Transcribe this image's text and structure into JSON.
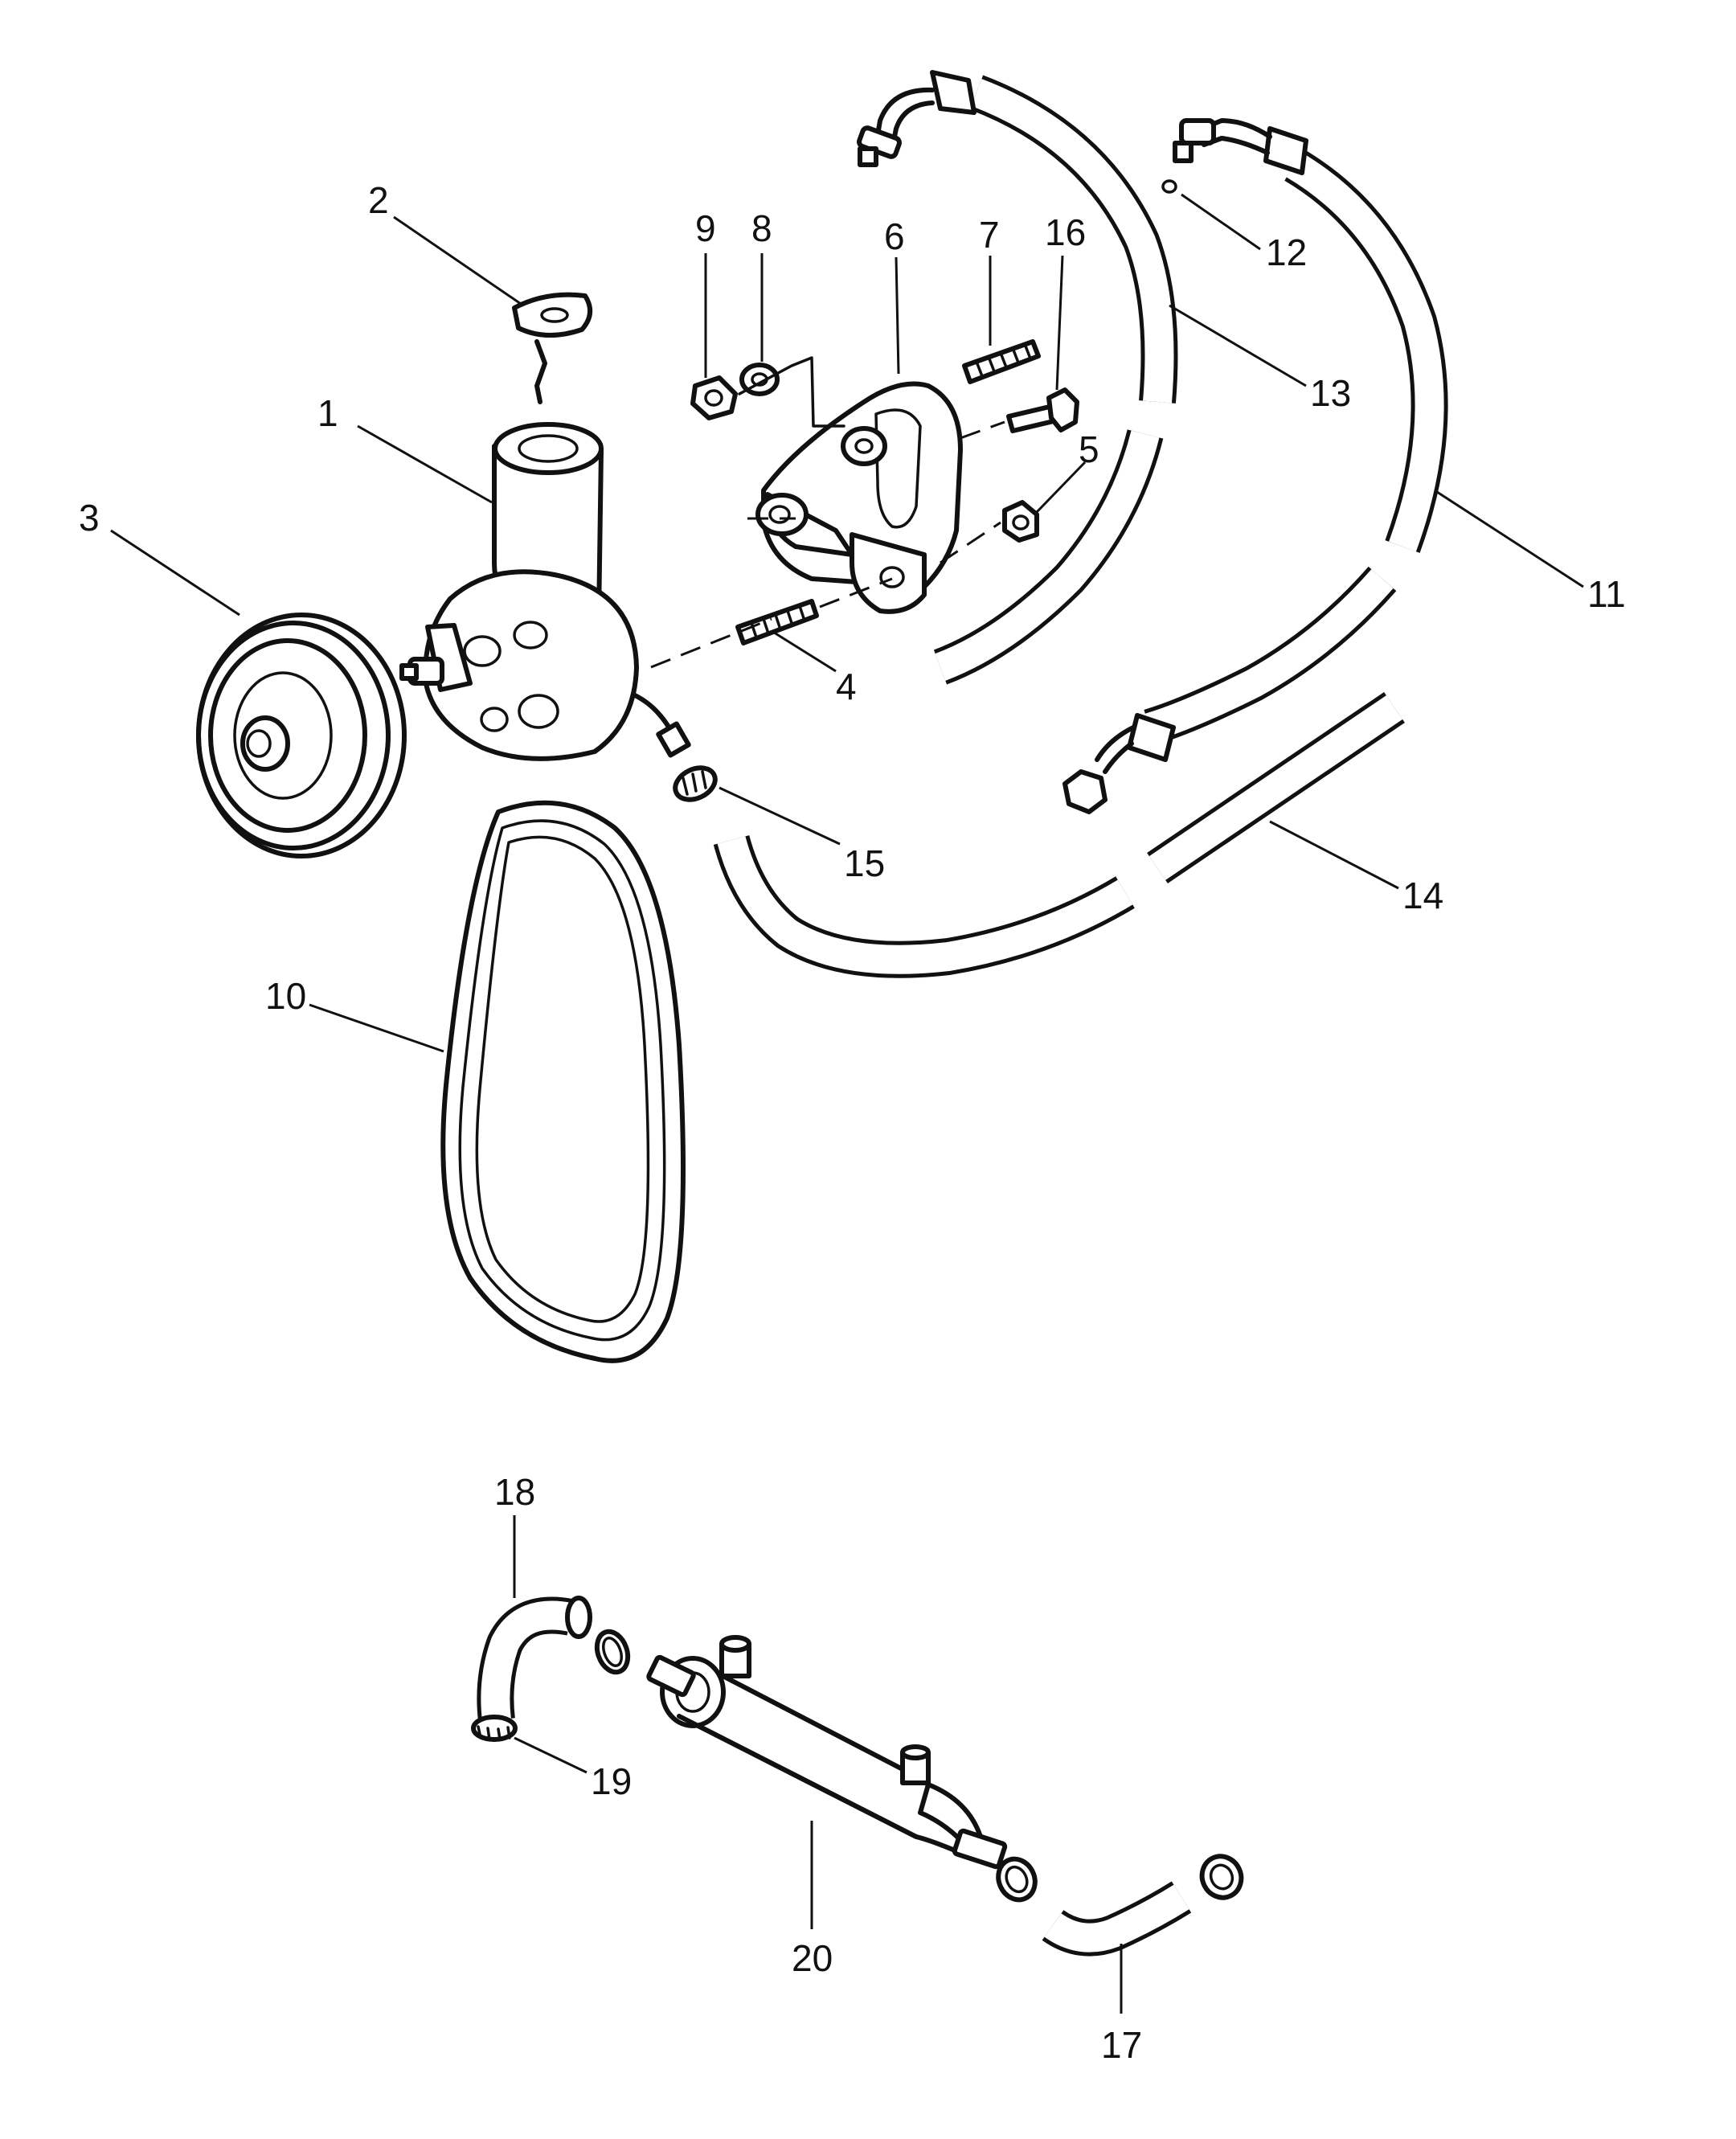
{
  "callouts": [
    {
      "id": "1",
      "label": "1"
    },
    {
      "id": "2",
      "label": "2"
    },
    {
      "id": "3",
      "label": "3"
    },
    {
      "id": "4",
      "label": "4"
    },
    {
      "id": "5",
      "label": "5"
    },
    {
      "id": "6",
      "label": "6"
    },
    {
      "id": "7",
      "label": "7"
    },
    {
      "id": "8",
      "label": "8"
    },
    {
      "id": "9",
      "label": "9"
    },
    {
      "id": "10",
      "label": "10"
    },
    {
      "id": "11",
      "label": "11"
    },
    {
      "id": "12",
      "label": "12"
    },
    {
      "id": "13",
      "label": "13"
    },
    {
      "id": "14",
      "label": "14"
    },
    {
      "id": "15",
      "label": "15"
    },
    {
      "id": "16",
      "label": "16"
    },
    {
      "id": "17",
      "label": "17"
    },
    {
      "id": "18",
      "label": "18"
    },
    {
      "id": "19",
      "label": "19"
    },
    {
      "id": "20",
      "label": "20"
    }
  ],
  "line_color": "#111111",
  "background": "#ffffff"
}
